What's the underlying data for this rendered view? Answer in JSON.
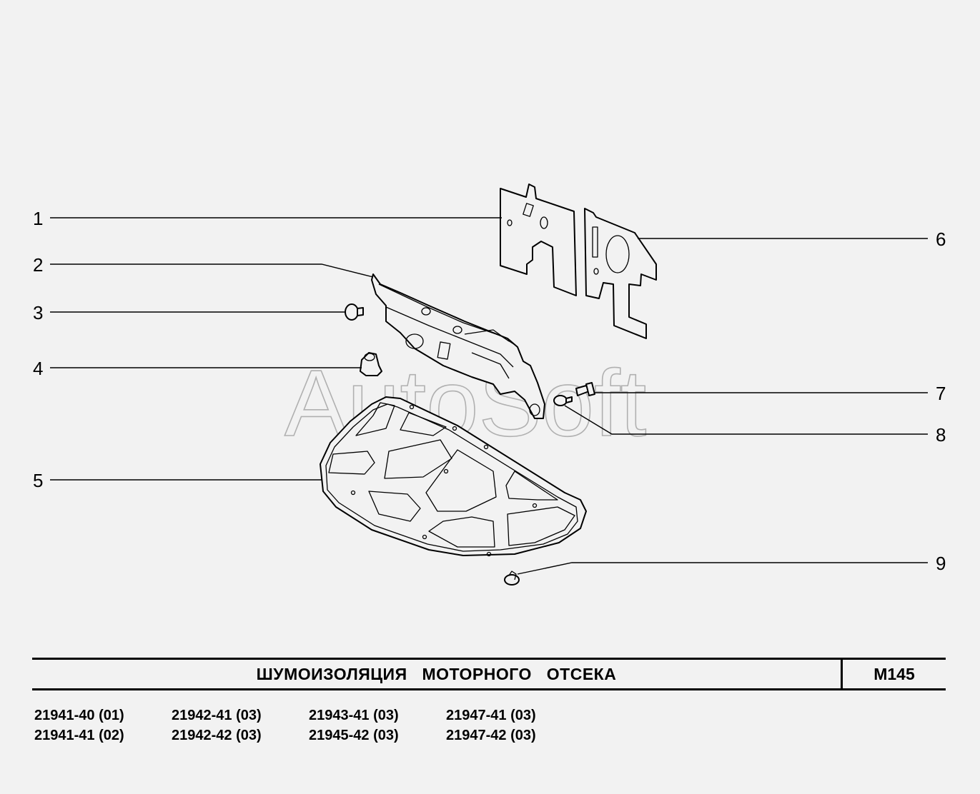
{
  "watermark": "AutoSoft",
  "callouts": [
    "1",
    "2",
    "3",
    "4",
    "5",
    "6",
    "7",
    "8",
    "9"
  ],
  "title": "ШУМОИЗОЛЯЦИЯ МОТОРНОГО ОТСЕКА",
  "code": "M145",
  "models": [
    "21941-40 (01)",
    "21942-41 (03)",
    "21943-41 (03)",
    "21947-41 (03)",
    "21941-41 (02)",
    "21942-42 (03)",
    "21945-42 (03)",
    "21947-42 (03)"
  ]
}
